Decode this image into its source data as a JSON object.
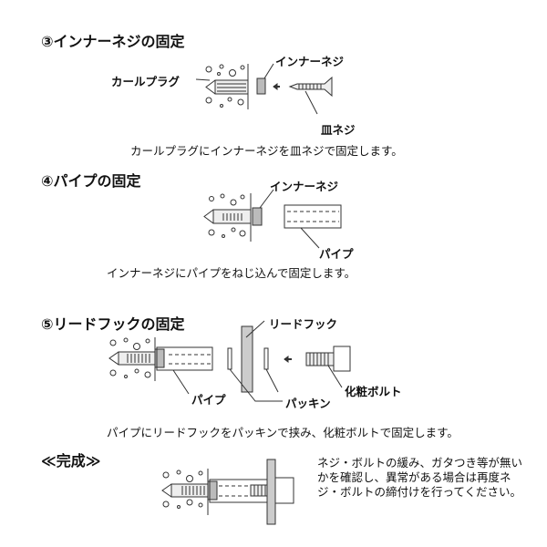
{
  "step3": {
    "title": "③インナーネジの固定",
    "label_plug": "カールプラグ",
    "label_inner": "インナーネジ",
    "label_screw": "皿ネジ",
    "caption": "カールプラグにインナーネジを皿ネジで固定します。"
  },
  "step4": {
    "title": "④パイプの固定",
    "label_inner": "インナーネジ",
    "label_pipe": "パイプ",
    "caption": "インナーネジにパイプをねじ込んで固定します。"
  },
  "step5": {
    "title": "⑤リードフックの固定",
    "label_hook": "リードフック",
    "label_pipe": "パイプ",
    "label_packing": "パッキン",
    "label_bolt": "化粧ボルト",
    "caption": "パイプにリードフックをパッキンで挟み、化粧ボルトで固定します。"
  },
  "complete": {
    "title": "≪完成≫",
    "note": "ネジ・ボルトの緩み、ガタつき等が無いかを確認し、異常がある場合は再度ネジ・ボルトの締付けを行ってください。"
  }
}
